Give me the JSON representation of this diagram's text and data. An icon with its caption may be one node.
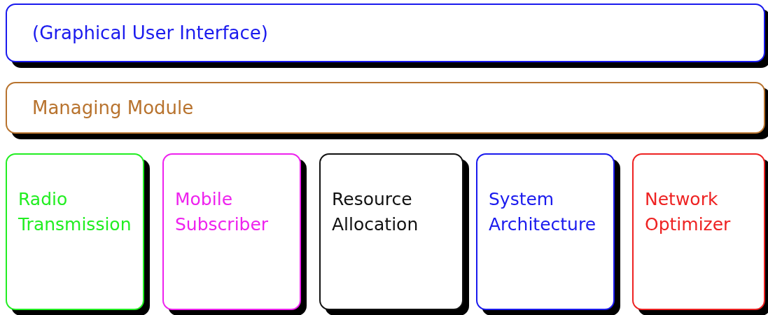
{
  "diagram": {
    "nodes": [
      {
        "text": [
          "(Graphical User Interface)"
        ]
      },
      {
        "text": [
          "Managing Module"
        ]
      },
      {
        "text": [
          "Radio Transmission"
        ]
      },
      {
        "text": [
          "Mobile Subscriber"
        ]
      },
      {
        "text": [
          "Resource Allocation"
        ]
      },
      {
        "text": [
          "System Architecture"
        ]
      },
      {
        "text": [
          "Network Optimizer"
        ]
      }
    ]
  }
}
